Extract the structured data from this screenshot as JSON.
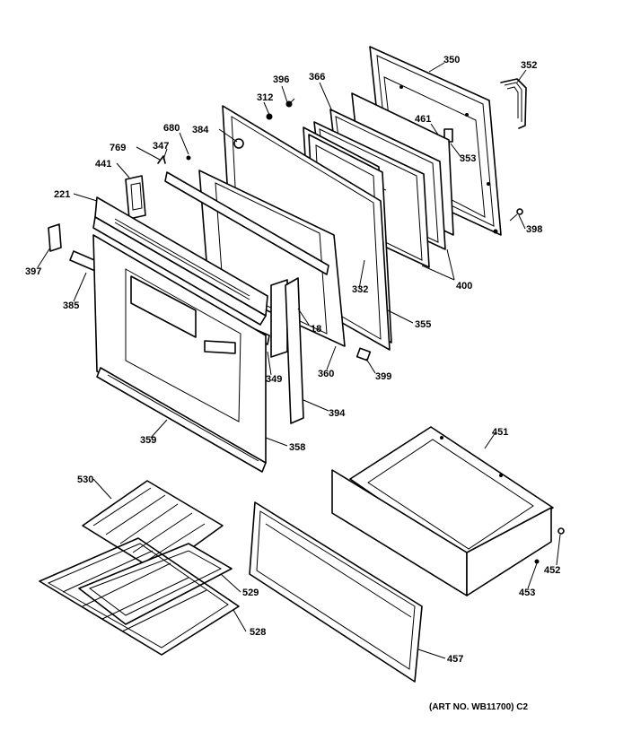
{
  "labels": {
    "p350": "350",
    "p352": "352",
    "p396": "396",
    "p366": "366",
    "p312": "312",
    "p461": "461",
    "p353": "353",
    "p680": "680",
    "p384": "384",
    "p347": "347",
    "p769": "769",
    "p441": "441",
    "p221": "221",
    "p398": "398",
    "p397": "397",
    "p400": "400",
    "p332": "332",
    "p385": "385",
    "p18": "18",
    "p355": "355",
    "p349": "349",
    "p360": "360",
    "p399": "399",
    "p394": "394",
    "p359": "359",
    "p358": "358",
    "p451": "451",
    "p530": "530",
    "p452": "452",
    "p453": "453",
    "p529": "529",
    "p528": "528",
    "p457": "457"
  },
  "credit": "(ART NO. WB11700) C2"
}
